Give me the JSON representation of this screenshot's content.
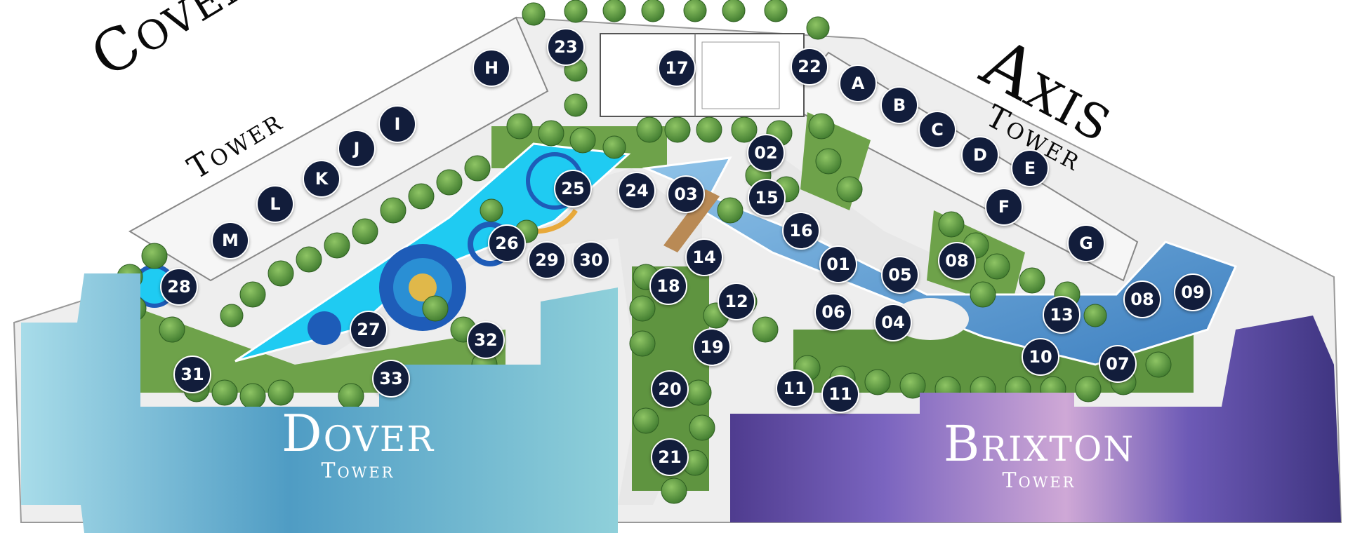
{
  "towers": {
    "coven": {
      "name": "Coven",
      "sub": "Tower"
    },
    "axis": {
      "name": "Axis",
      "sub": "Tower"
    },
    "dover": {
      "name": "Dover",
      "sub": "Tower"
    },
    "brixton": {
      "name": "Brixton",
      "sub": "Tower"
    }
  },
  "markers": [
    "23",
    "H",
    "17",
    "22",
    "A",
    "B",
    "C",
    "I",
    "J",
    "K",
    "L",
    "M",
    "D",
    "E",
    "02",
    "25",
    "24",
    "03",
    "15",
    "F",
    "16",
    "26",
    "29",
    "30",
    "14",
    "01",
    "05",
    "08",
    "G",
    "28",
    "18",
    "12",
    "06",
    "04",
    "13",
    "08",
    "09",
    "27",
    "32",
    "19",
    "10",
    "07",
    "31",
    "33",
    "11",
    "11",
    "20",
    "21"
  ],
  "colors": {
    "marker_bg": "#121d3b",
    "pool_blue": "#1ec8f0",
    "water_blue": "#6aa8d8",
    "greenery": "#4f8a3a",
    "dover_gradient": [
      "#9ad7e8",
      "#5aa7c9",
      "#7ec7d8"
    ],
    "brixton_gradient": [
      "#5a3f9a",
      "#8a6cc4",
      "#c6a6d8",
      "#4a3a8a"
    ]
  }
}
